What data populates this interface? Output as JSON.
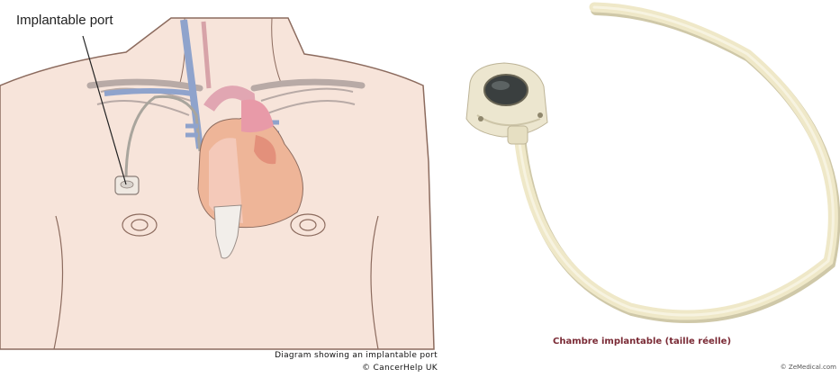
{
  "left_figure": {
    "label": "Implantable port",
    "caption_line1": "Diagram showing an implantable port",
    "caption_line2": "© CancerHelp UK",
    "colors": {
      "skin": "#f7e4da",
      "outline": "#8c6b5e",
      "vein": "#8fa3cc",
      "heart_pink": "#e89aa8",
      "heart_orange": "#eeb598"
    }
  },
  "right_photo": {
    "caption": "Chambre implantable (taille réelle)",
    "credit": "© ZeMedical.com",
    "colors": {
      "tube": "#efe8c8",
      "port_body": "#ece6cf",
      "septum": "#3a3f3f"
    }
  }
}
